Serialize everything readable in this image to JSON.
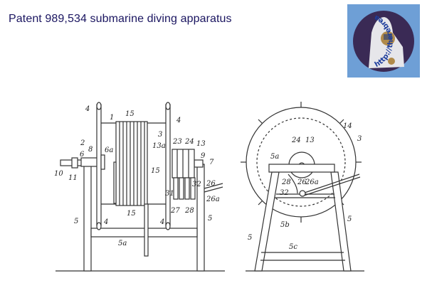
{
  "header": {
    "title": "Patent 989,534 submarine diving apparatus"
  },
  "logo": {
    "text": "http://therebreathersite.nl",
    "bg_color": "#6e9fd6",
    "circle_color": "#3a2a55"
  },
  "figure": {
    "left_view_labels": [
      "4",
      "1",
      "15",
      "4",
      "3",
      "13a",
      "23",
      "24",
      "13",
      "2",
      "8",
      "6a",
      "6",
      "9",
      "7",
      "10",
      "11",
      "15",
      "26",
      "31",
      "32",
      "26a",
      "27",
      "28",
      "15",
      "5",
      "4",
      "4",
      "5",
      "5a"
    ],
    "right_view_labels": [
      "24",
      "13",
      "3",
      "14",
      "5a",
      "28",
      "26",
      "26a",
      "32",
      "5b",
      "5",
      "5",
      "5c"
    ]
  }
}
